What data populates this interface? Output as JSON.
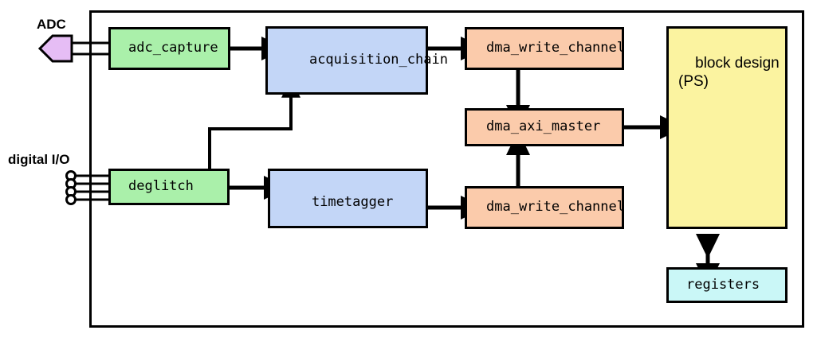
{
  "diagram": {
    "title": "FPGA data acquisition block diagram",
    "outer_container": {
      "label": ""
    },
    "colors": {
      "green": "#aaf0aa",
      "blue": "#c3d6f7",
      "peach": "#fbcbab",
      "yellow": "#fbf3a0",
      "cyan": "#caf7f7",
      "violet": "#e6bdf5",
      "stroke": "#000000",
      "background": "#ffffff"
    },
    "ports": [
      {
        "id": "adc",
        "label": "ADC",
        "shape": "pentagon-left",
        "fill": "#e6bdf5",
        "lanes": 2
      },
      {
        "id": "digital-io",
        "label": "digital I/O",
        "shape": "pin-header",
        "fill": "#ffffff",
        "lanes": 4
      }
    ],
    "nodes": [
      {
        "id": "adc-capture",
        "label": "adc_capture",
        "fill": "#aaf0aa"
      },
      {
        "id": "deglitch",
        "label": "deglitch",
        "fill": "#aaf0aa"
      },
      {
        "id": "acquisition-chain",
        "label": "acquisition_chain",
        "fill": "#c3d6f7"
      },
      {
        "id": "timetagger",
        "label": "timetagger",
        "fill": "#c3d6f7"
      },
      {
        "id": "dma-write-channel-top",
        "label": "dma_write_channel",
        "fill": "#fbcbab"
      },
      {
        "id": "dma-axi-master",
        "label": "dma_axi_master",
        "fill": "#fbcbab"
      },
      {
        "id": "dma-write-channel-bot",
        "label": "dma_write_channel",
        "fill": "#fbcbab"
      },
      {
        "id": "block-design",
        "label": "block design\n(PS)",
        "fill": "#fbf3a0"
      },
      {
        "id": "registers",
        "label": "registers",
        "fill": "#caf7f7"
      }
    ],
    "edges": [
      {
        "from": "adc",
        "to": "adc-capture",
        "style": "bus"
      },
      {
        "from": "adc-capture",
        "to": "acquisition-chain",
        "style": "arrow"
      },
      {
        "from": "acquisition-chain",
        "to": "dma-write-channel-top",
        "style": "arrow"
      },
      {
        "from": "dma-write-channel-top",
        "to": "dma-axi-master",
        "style": "arrow"
      },
      {
        "from": "dma-axi-master",
        "to": "block-design",
        "style": "arrow"
      },
      {
        "from": "digital-io",
        "to": "deglitch",
        "style": "bus"
      },
      {
        "from": "deglitch",
        "to": "timetagger",
        "style": "arrow"
      },
      {
        "from": "deglitch",
        "to": "acquisition-chain",
        "style": "arrow-elbow"
      },
      {
        "from": "timetagger",
        "to": "dma-write-channel-bot",
        "style": "arrow"
      },
      {
        "from": "dma-write-channel-bot",
        "to": "dma-axi-master",
        "style": "arrow"
      },
      {
        "from": "block-design",
        "to": "registers",
        "style": "arrow-double"
      }
    ]
  }
}
